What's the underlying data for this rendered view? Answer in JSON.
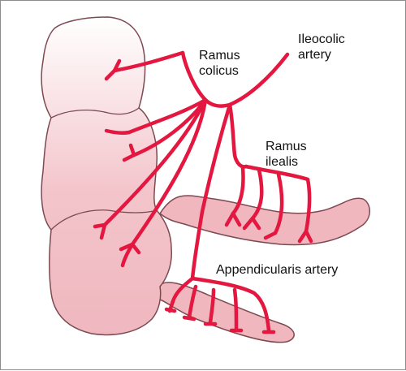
{
  "labels": {
    "ramus_colicus": "Ramus\ncolicus",
    "ileocolic_artery": "Ileocolic\nartery",
    "ramus_ilealis": "Ramus\nilealis",
    "appendicularis_artery": "Appendicularis artery"
  },
  "colors": {
    "bowel_fill": "#f0b7bf",
    "bowel_outline": "#7d4a52",
    "artery": "#e3173f",
    "background": "#ffffff",
    "border": "#8c8c8c"
  }
}
